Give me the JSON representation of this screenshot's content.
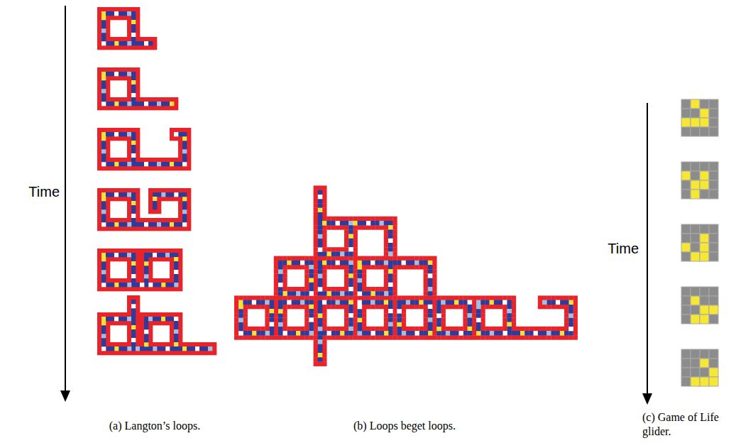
{
  "diagram": {
    "labels": [
      "Time",
      "(a) Langton’s loops.",
      "(b) Loops beget loops.",
      "Time",
      "(c) Game of Life glider."
    ]
  }
}
